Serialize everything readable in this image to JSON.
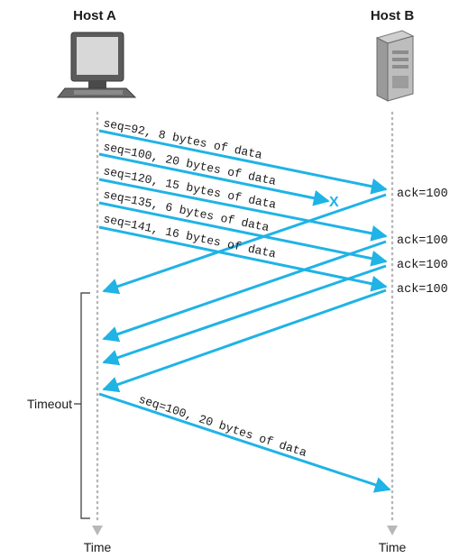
{
  "hosts": {
    "a": "Host A",
    "b": "Host B"
  },
  "time_label_a": "Time",
  "time_label_b": "Time",
  "segments": [
    "seq=92, 8 bytes of data",
    "seq=100, 20 bytes of data",
    "seq=120, 15 bytes of data",
    "seq=135, 6 bytes of data",
    "seq=141, 16 bytes of data"
  ],
  "lost_marker": "X",
  "acks": [
    "ack=100",
    "ack=100",
    "ack=100",
    "ack=100"
  ],
  "timeout_label": "Timeout",
  "retransmission": "seq=100, 20 bytes of data",
  "colors": {
    "arrow": "#1fb3e6",
    "timeline": "#b8b8b8",
    "bracket": "#333333"
  }
}
